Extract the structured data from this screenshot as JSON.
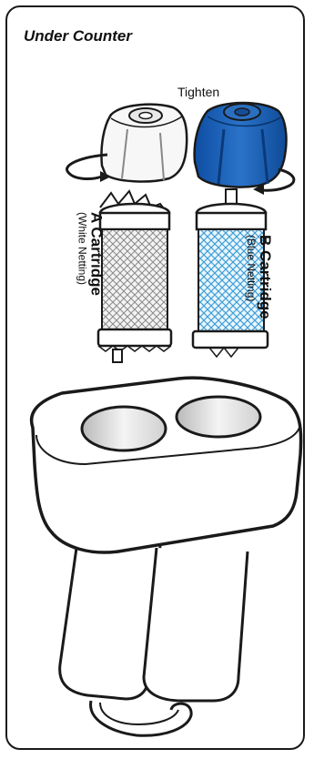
{
  "panel": {
    "title": "Under Counter",
    "tighten_label": "Tighten"
  },
  "cartridges": {
    "a": {
      "name": "A Cartridge",
      "note": "(White Netting)"
    },
    "b": {
      "name": "B Cartridge",
      "note": "(Blue Netting)"
    }
  },
  "colors": {
    "outline": "#1a1a1a",
    "cap_b_fill": "#1b5fb5",
    "netting_b": "#4aa8dc",
    "netting_a": "#9a9a9a"
  }
}
